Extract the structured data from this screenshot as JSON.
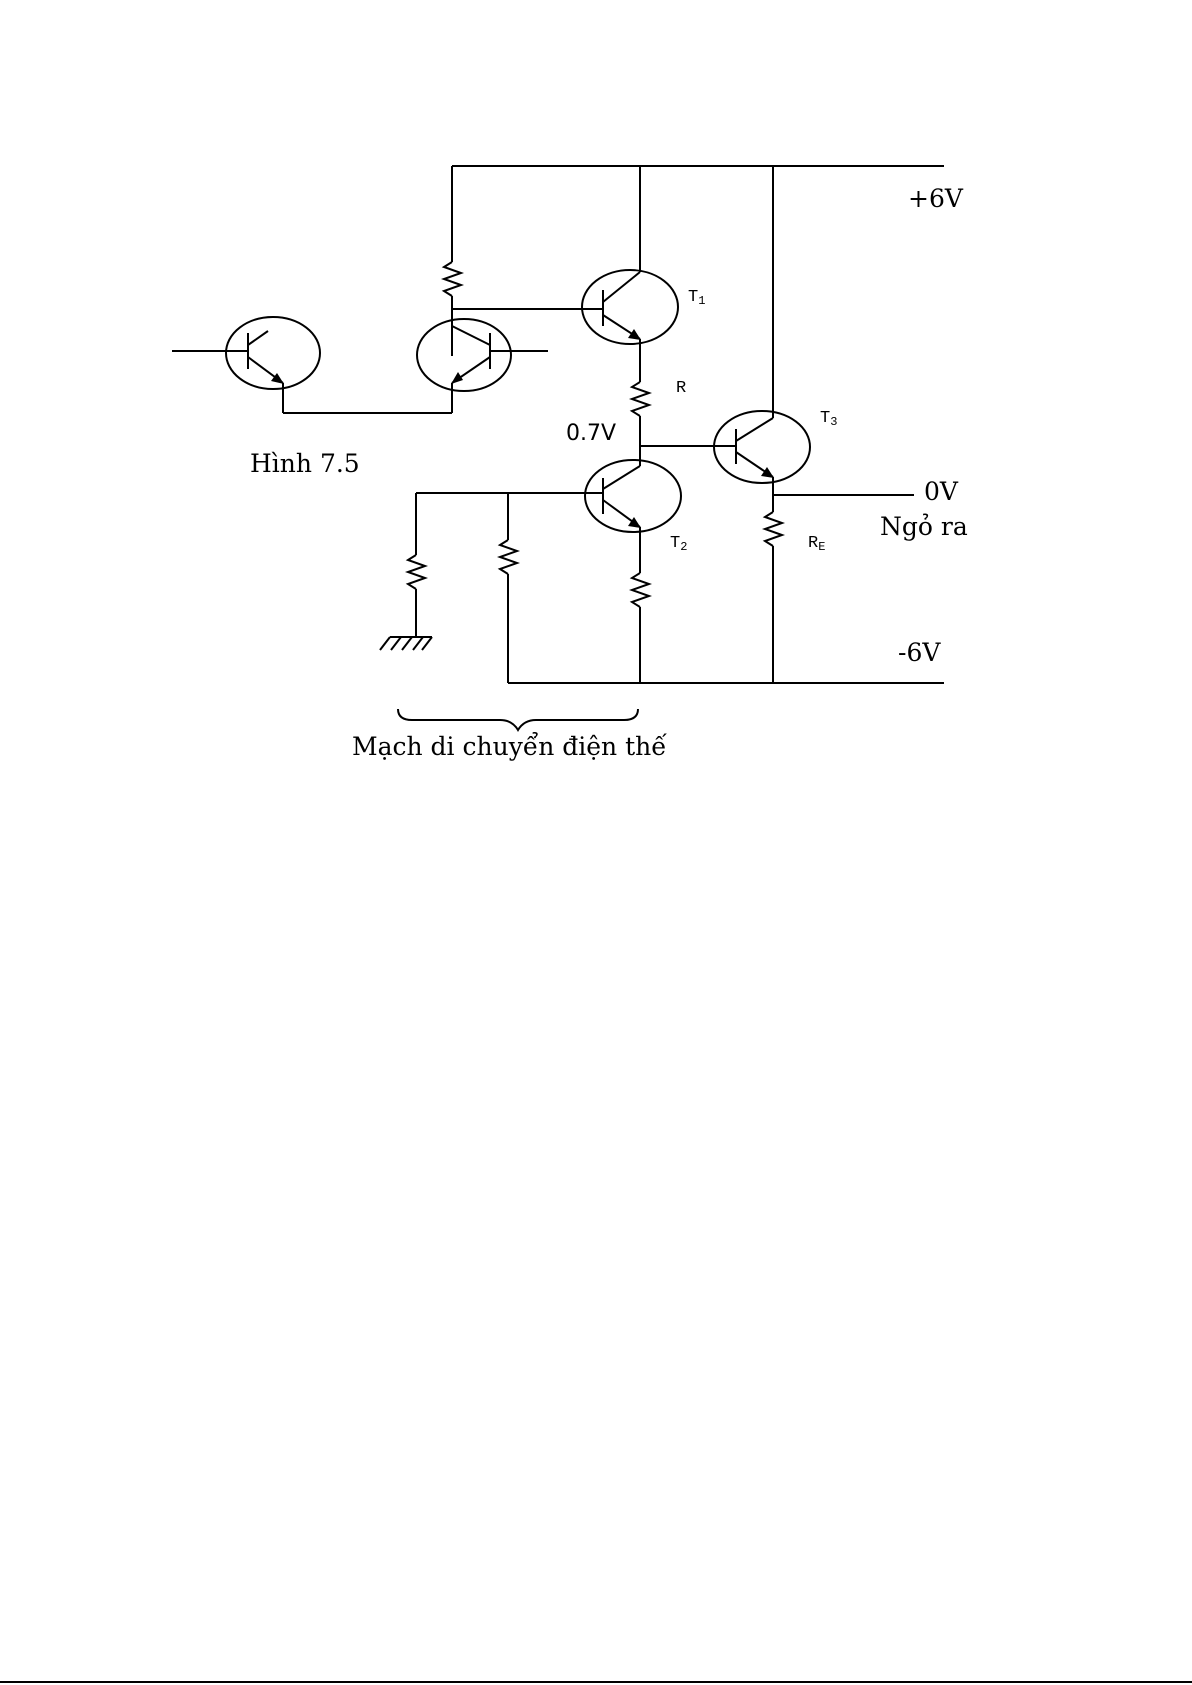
{
  "figure": {
    "caption": "Hình 7.5",
    "supply_positive": "+6V",
    "supply_negative": "-6V",
    "node_voltage": "0.7V",
    "output_voltage": "0V",
    "output_label": "Ngỏ ra",
    "brace_label": "Mạch di chuyển điện thế",
    "transistors": [
      {
        "letter": "T",
        "sub": "1"
      },
      {
        "letter": "T",
        "sub": "2"
      },
      {
        "letter": "T",
        "sub": "3"
      }
    ],
    "resistors": {
      "r": "R",
      "re_letter": "R",
      "re_sub": "E"
    }
  }
}
